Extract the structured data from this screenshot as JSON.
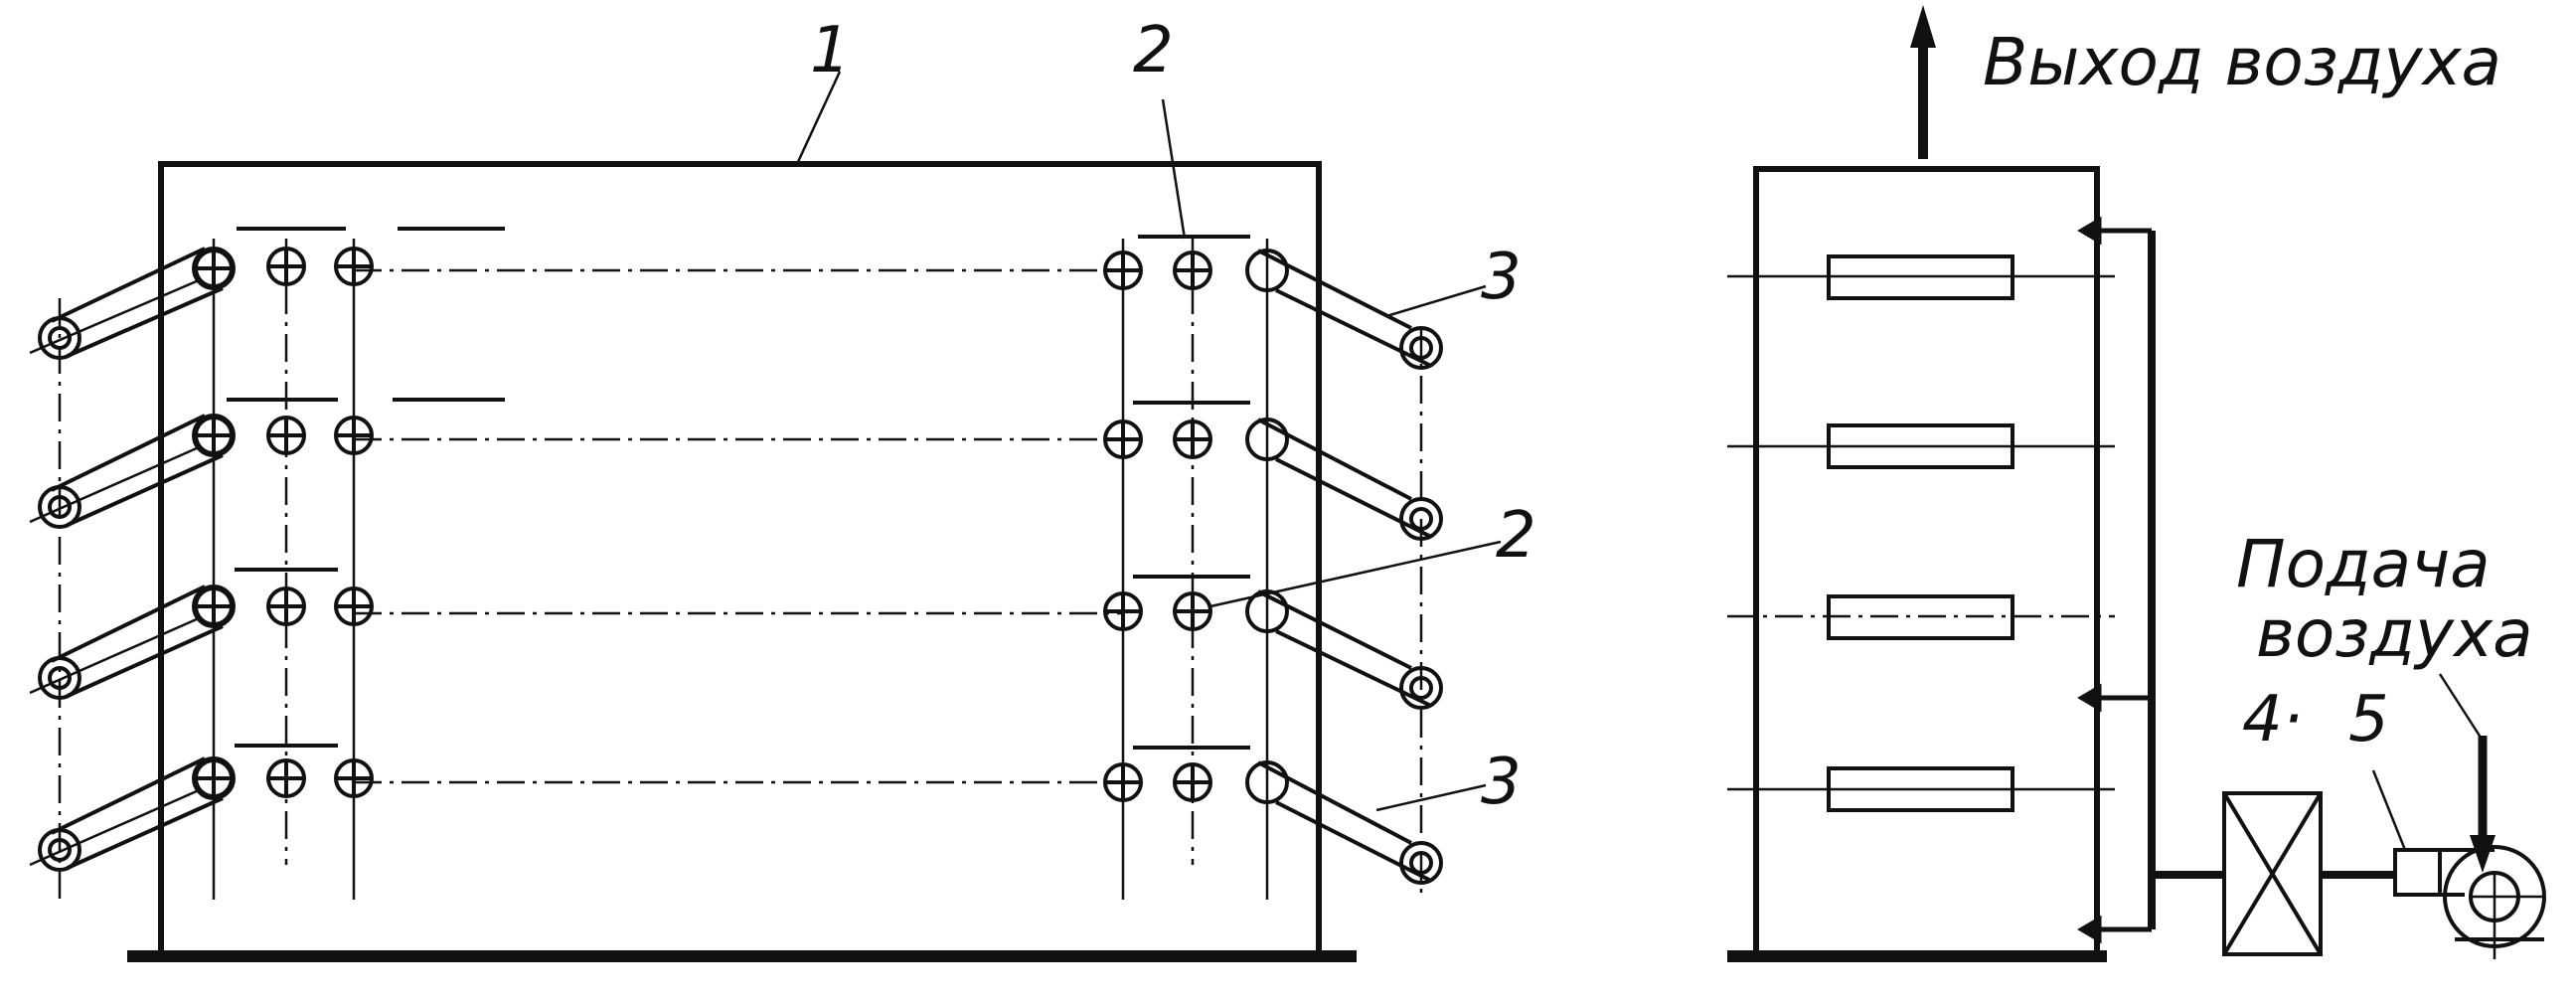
{
  "labels": {
    "part1": "1",
    "part2_top": "2",
    "part2_mid": "2",
    "part3_top": "3",
    "part3_bottom": "3",
    "part4": "4·",
    "part5": "5",
    "air_out": "Выход воздуха",
    "air_in_line1": "Подача",
    "air_in_line2": "воздуха"
  }
}
